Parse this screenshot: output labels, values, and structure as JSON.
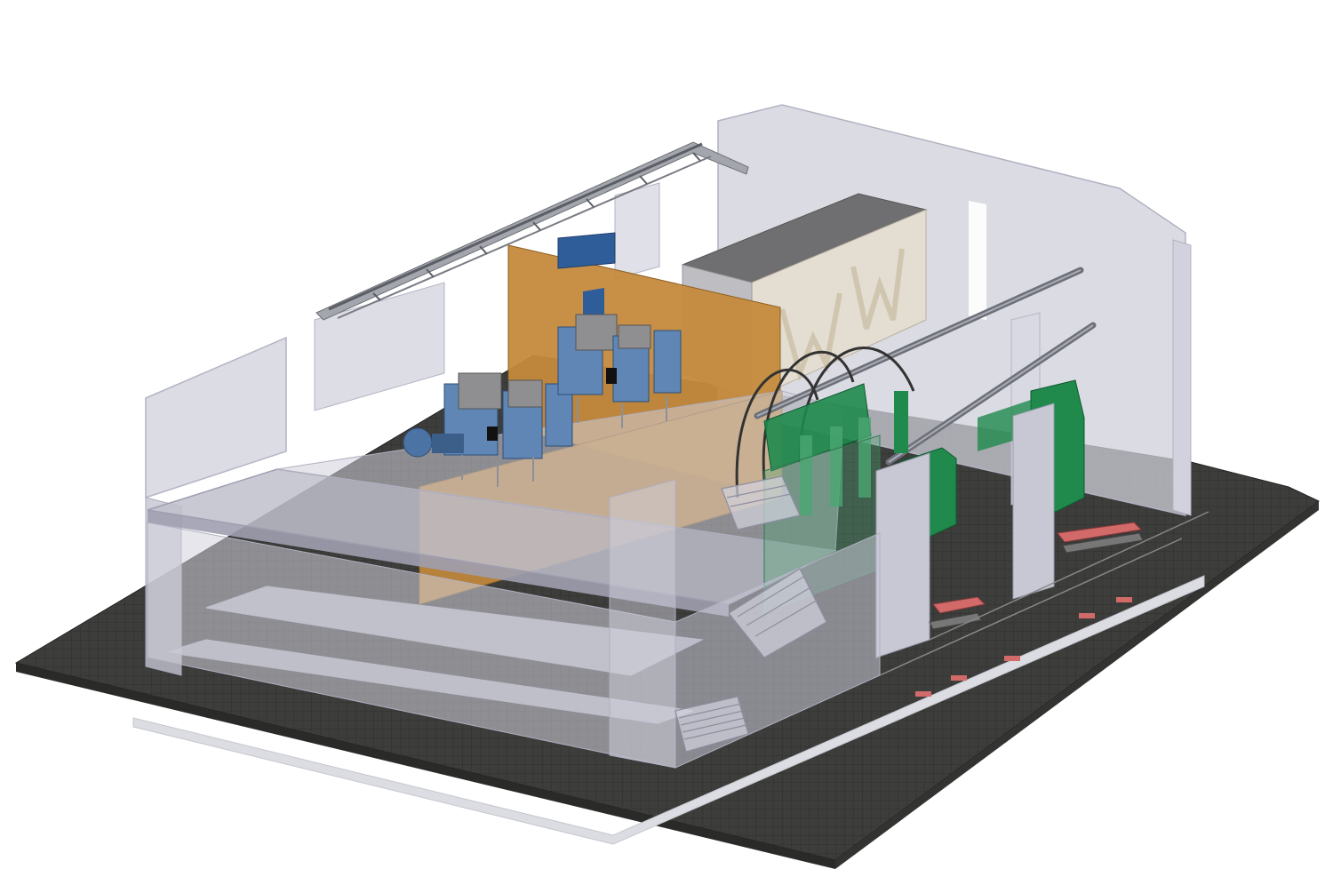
{
  "scene": {
    "subject": "3d-substation-building-cutaway",
    "colors": {
      "background": "#ffffff",
      "base_slab": "#3d3d3b",
      "base_edge": "#dcdde3",
      "glass_wall": "#c9c9d6",
      "glass_wall_dark": "#a8a8ba",
      "floor_slab": "#b9b9c7",
      "wood_panel": "#c48a3c",
      "wood_panel_dark": "#a8722e",
      "blue_equipment": "#5f86b4",
      "blue_equipment_dark": "#3c5f8a",
      "gray_box": "#8f8f92",
      "gray_box_top": "#6f6f72",
      "green_transformer": "#1f8a4c",
      "green_transformer_dark": "#136a37",
      "red_rail": "#d36a6a",
      "pipe": "#6d7078",
      "cable_tray": "#9a9ca4"
    },
    "components": [
      {
        "name": "concrete-base-slab",
        "color": "base_slab"
      },
      {
        "name": "translucent-building-walls",
        "color": "glass_wall"
      },
      {
        "name": "upper-floor-slab",
        "color": "floor_slab"
      },
      {
        "name": "lower-floor-slabs",
        "color": "floor_slab"
      },
      {
        "name": "wooden-partition-panel",
        "color": "wood_panel"
      },
      {
        "name": "blue-switchgear-units",
        "color": "blue_equipment"
      },
      {
        "name": "gray-roof-box",
        "color": "gray_box"
      },
      {
        "name": "green-transformers",
        "color": "green_transformer"
      },
      {
        "name": "overhead-pipes",
        "color": "pipe"
      },
      {
        "name": "overhead-cable-tray",
        "color": "cable_tray"
      },
      {
        "name": "transformer-rails",
        "color": "red_rail"
      },
      {
        "name": "stairs",
        "color": "glass_wall_dark"
      }
    ]
  }
}
